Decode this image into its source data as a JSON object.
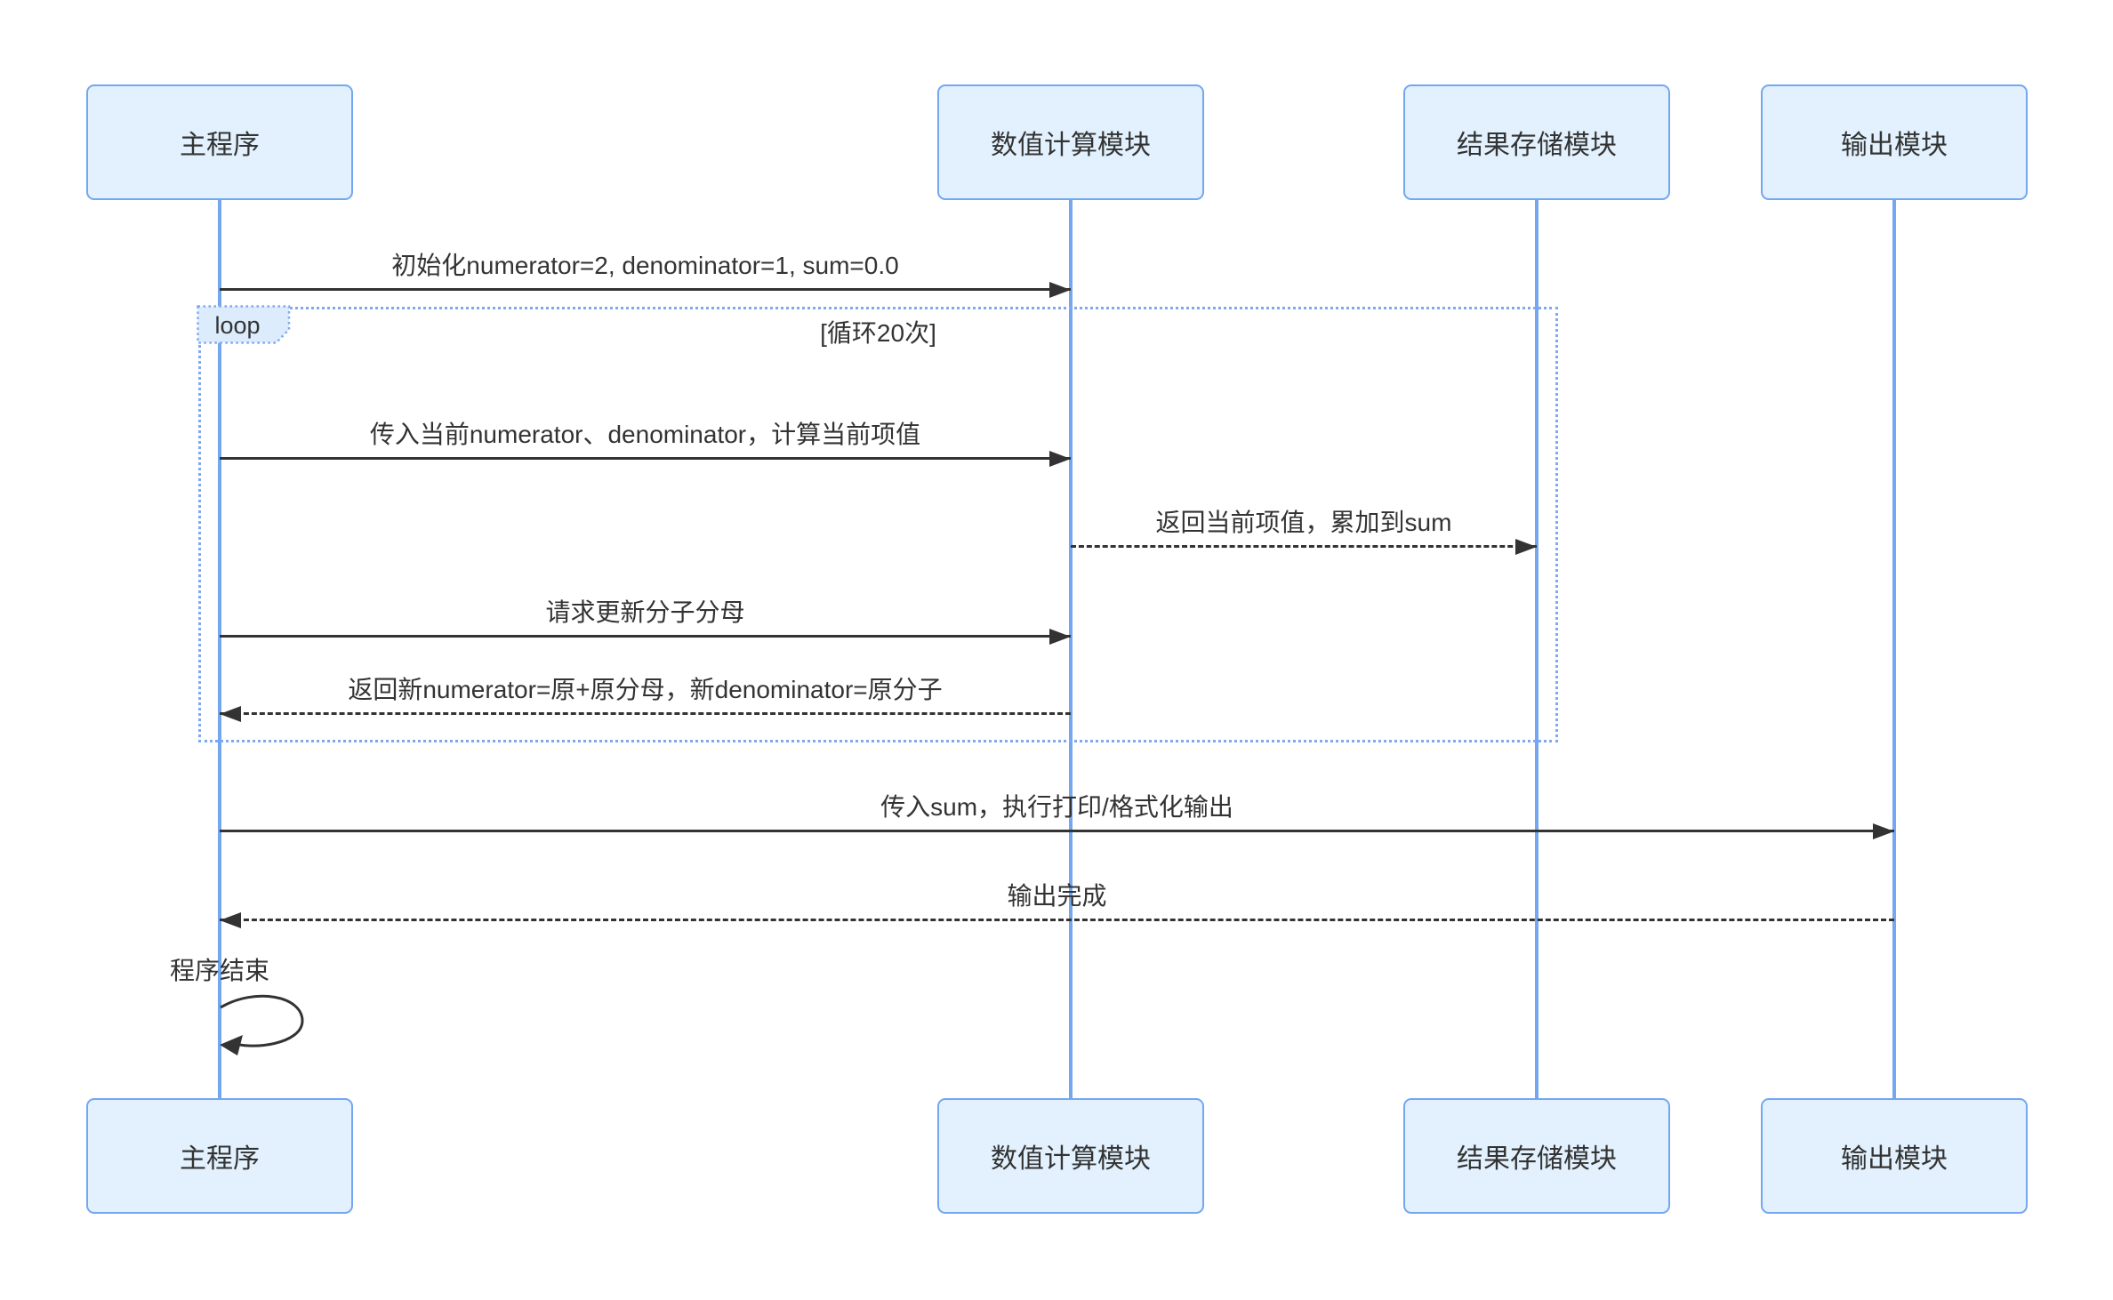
{
  "diagram": {
    "type": "sequence-diagram",
    "participants": [
      {
        "name": "主程序"
      },
      {
        "name": "数值计算模块"
      },
      {
        "name": "结果存储模块"
      },
      {
        "name": "输出模块"
      }
    ],
    "loop": {
      "label": "loop",
      "condition": "[循环20次]"
    },
    "messages": [
      {
        "from": "主程序",
        "to": "数值计算模块",
        "style": "solid",
        "text": "初始化numerator=2, denominator=1, sum=0.0"
      },
      {
        "from": "主程序",
        "to": "数值计算模块",
        "style": "solid",
        "text": "传入当前numerator、denominator，计算当前项值"
      },
      {
        "from": "数值计算模块",
        "to": "结果存储模块",
        "style": "dashed",
        "text": "返回当前项值，累加到sum"
      },
      {
        "from": "主程序",
        "to": "数值计算模块",
        "style": "solid",
        "text": "请求更新分子分母"
      },
      {
        "from": "数值计算模块",
        "to": "主程序",
        "style": "dashed",
        "text": "返回新numerator=原+原分母，新denominator=原分子"
      },
      {
        "from": "主程序",
        "to": "输出模块",
        "style": "solid",
        "text": "传入sum，执行打印/格式化输出"
      },
      {
        "from": "输出模块",
        "to": "主程序",
        "style": "dashed",
        "text": "输出完成"
      },
      {
        "from": "主程序",
        "to": "主程序",
        "style": "self",
        "text": "程序结束"
      }
    ],
    "colors": {
      "participant_fill": "#e2f1fd",
      "participant_border": "#74a7f0",
      "lifeline": "#74a7f0",
      "loop_border": "#7ea9f2",
      "loop_label_fill": "#dcecfc",
      "arrow": "#333333",
      "text": "#333333",
      "background": "#ffffff"
    }
  }
}
